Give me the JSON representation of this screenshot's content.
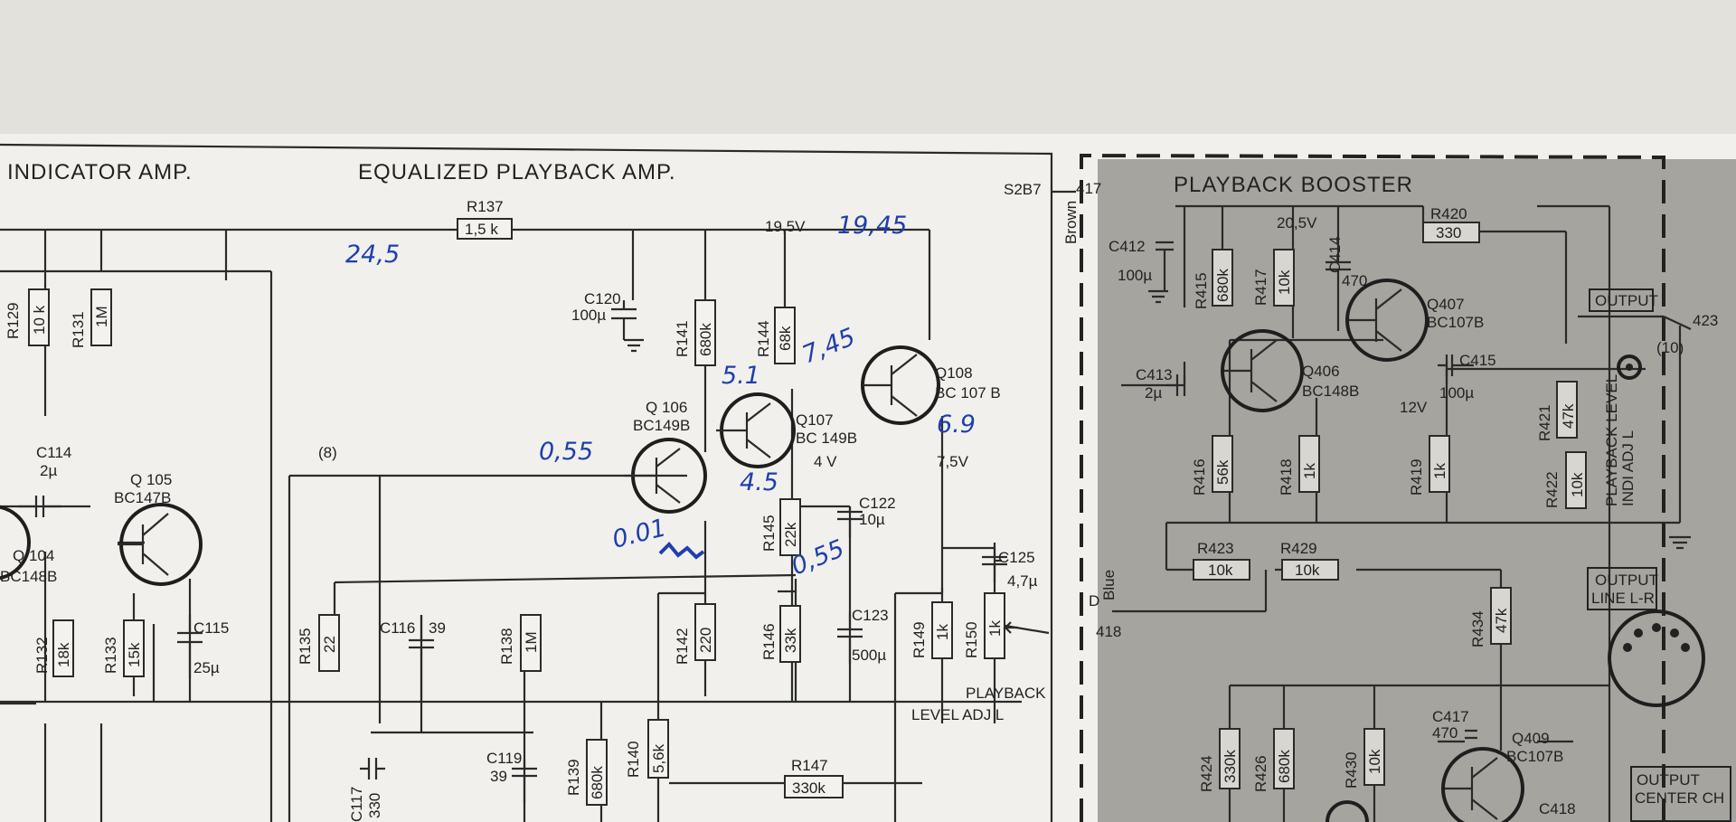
{
  "sections": {
    "indicator_amp": "INDICATOR AMP.",
    "equalized_playback_amp": "EQUALIZED PLAYBACK AMP.",
    "playback_booster": "PLAYBACK BOOSTER"
  },
  "connectors": {
    "s2b7": "S2B7",
    "p417": "417",
    "brown": "Brown",
    "p418": "418",
    "blue": "Blue",
    "d": "D",
    "p423": "423",
    "node8": "(8)",
    "node10": "(10)"
  },
  "rails": {
    "v19_5": "19,5V",
    "v20_5": "20,5V",
    "v7_5": "7,5V",
    "v4": "4 V",
    "v12": "12V"
  },
  "resistors": [
    {
      "ref": "R137",
      "value": "1,5 k"
    },
    {
      "ref": "R129",
      "value": "10 k"
    },
    {
      "ref": "R131",
      "value": "1M"
    },
    {
      "ref": "R141",
      "value": "680k"
    },
    {
      "ref": "R144",
      "value": "68k"
    },
    {
      "ref": "R145",
      "value": "22k"
    },
    {
      "ref": "R146",
      "value": "33k"
    },
    {
      "ref": "R142",
      "value": "220"
    },
    {
      "ref": "R135",
      "value": "22"
    },
    {
      "ref": "R138",
      "value": "1M"
    },
    {
      "ref": "R132",
      "value": "18k"
    },
    {
      "ref": "R133",
      "value": "15k"
    },
    {
      "ref": "R139",
      "value": "680k"
    },
    {
      "ref": "R140",
      "value": "5,6k"
    },
    {
      "ref": "R147",
      "value": "330k"
    },
    {
      "ref": "R149",
      "value": "1k"
    },
    {
      "ref": "R150",
      "value": "1k"
    },
    {
      "ref": "R415",
      "value": "680k"
    },
    {
      "ref": "R417",
      "value": "10k"
    },
    {
      "ref": "R420",
      "value": "330"
    },
    {
      "ref": "R416",
      "value": "56k"
    },
    {
      "ref": "R418",
      "value": "1k"
    },
    {
      "ref": "R419",
      "value": "1k"
    },
    {
      "ref": "R421",
      "value": "47k"
    },
    {
      "ref": "R422",
      "value": "10k"
    },
    {
      "ref": "R423",
      "value": "10k"
    },
    {
      "ref": "R429",
      "value": "10k"
    },
    {
      "ref": "R434",
      "value": "47k"
    },
    {
      "ref": "R424",
      "value": "330k"
    },
    {
      "ref": "R426",
      "value": "680k"
    },
    {
      "ref": "R430",
      "value": "10k"
    }
  ],
  "capacitors": [
    {
      "ref": "C120",
      "value": "100µ"
    },
    {
      "ref": "C114",
      "value": "2µ"
    },
    {
      "ref": "C115",
      "value": "25µ"
    },
    {
      "ref": "C116",
      "value": "39"
    },
    {
      "ref": "C119",
      "value": "39"
    },
    {
      "ref": "C117",
      "value": "330"
    },
    {
      "ref": "C122",
      "value": "10µ"
    },
    {
      "ref": "C123",
      "value": "500µ"
    },
    {
      "ref": "C125",
      "value": "4,7µ"
    },
    {
      "ref": "C412",
      "value": "100µ"
    },
    {
      "ref": "C414",
      "value": "470"
    },
    {
      "ref": "C413",
      "value": "2µ"
    },
    {
      "ref": "C415",
      "value": "100µ"
    },
    {
      "ref": "C417",
      "value": "470"
    },
    {
      "ref": "C418",
      "value": ""
    }
  ],
  "transistors": [
    {
      "ref": "Q 104",
      "type": "BC148B"
    },
    {
      "ref": "Q 105",
      "type": "BC147B"
    },
    {
      "ref": "Q 106",
      "type": "BC149B"
    },
    {
      "ref": "Q107",
      "type": "BC 149B"
    },
    {
      "ref": "Q108",
      "type": "BC 107 B"
    },
    {
      "ref": "Q406",
      "type": "BC148B"
    },
    {
      "ref": "Q407",
      "type": "BC107B"
    },
    {
      "ref": "Q409",
      "type": "BC107B"
    }
  ],
  "labels": {
    "playback_level_adj_1": "PLAYBACK",
    "playback_level_adj_2": "LEVEL ADJ L",
    "output": "OUTPUT",
    "output_line": "OUTPUT",
    "output_line_2": "LINE L-R",
    "output_center_1": "OUTPUT",
    "output_center_2": "CENTER CH",
    "playback_level_vert": "PLAYBACK LEVEL",
    "playback_level_vert2": "INDI ADJ L"
  },
  "handwritten": {
    "v24_5": "24,5",
    "v19_45": "19,45",
    "v7_45": "7,45",
    "v5_1": "5.1",
    "v0_55a": "0,55",
    "v6_9": "6.9",
    "v4_5": "4.5",
    "v0_01": "0.01",
    "v0_55b": "0,55"
  },
  "colors": {
    "paper": "#f1f0ec",
    "booster_shade": "#a6a49f",
    "ink": "#222222",
    "handwriting": "#1f3fae"
  }
}
